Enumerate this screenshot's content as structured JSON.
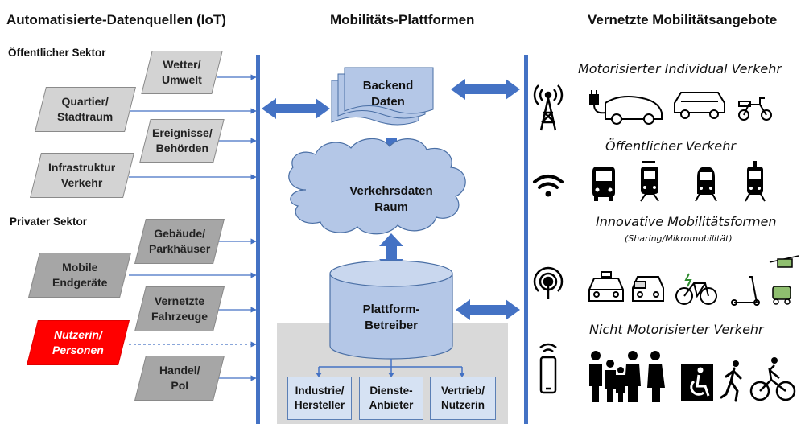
{
  "headers": {
    "left": "Automatisierte-Datenquellen (IoT)",
    "middle": "Mobilitäts-Plattformen",
    "right": "Vernetzte Mobilitätsangebote"
  },
  "sectors": {
    "public": "Öffentlicher Sektor",
    "private": "Privater Sektor"
  },
  "sources": {
    "wetter": [
      "Wetter/",
      "Umwelt"
    ],
    "quartier": [
      "Quartier/",
      "Stadtraum"
    ],
    "ereignisse": [
      "Ereignisse/",
      "Behörden"
    ],
    "infrastruktur": [
      "Infrastruktur",
      "Verkehr"
    ],
    "gebaeude": [
      "Gebäude/",
      "Parkhäuser"
    ],
    "mobile": [
      "Mobile",
      "Endgeräte"
    ],
    "fahrzeuge": [
      "Vernetzte",
      "Fahrzeuge"
    ],
    "nutzerin": [
      "Nutzerin/",
      "Personen"
    ],
    "handel": [
      "Handel/",
      "PoI"
    ]
  },
  "platform": {
    "backend": [
      "Backend",
      "Daten"
    ],
    "cloud": [
      "Verkehrsdaten",
      "Raum"
    ],
    "operator": [
      "Plattform-",
      "Betreiber"
    ],
    "roles": [
      [
        "Industrie/",
        "Hersteller"
      ],
      [
        "Dienste-",
        "Anbieter"
      ],
      [
        "Vertrieb/",
        "Nutzerin"
      ]
    ]
  },
  "offers": {
    "miv": "Motorisierter Individual Verkehr",
    "oev": "Öffentlicher Verkehr",
    "innovative": "Innovative Mobilitätsformen",
    "innovative_sub": "(Sharing/Mikromobilität)",
    "nmv": "Nicht Motorisierter Verkehr"
  },
  "colors": {
    "accent_blue": "#4472c4",
    "box_fill": "#b4c7e7",
    "public_gray": "#d3d3d3",
    "private_gray": "#a6a6a6",
    "highlight_red": "#ff0000"
  },
  "icons": [
    "radio-tower-icon",
    "wifi-icon",
    "broadcast-icon",
    "smartphone-wifi-icon",
    "ev-charging-car-icon",
    "car-icon",
    "scooter-icon",
    "bus-icon",
    "tram-icon",
    "train-icon",
    "metro-icon",
    "taxi-icon",
    "car-sharing-icon",
    "e-bike-icon",
    "kick-scooter-icon",
    "drone-icon",
    "pedestrians-icon",
    "wheelchair-icon",
    "runner-icon",
    "cyclist-icon"
  ]
}
